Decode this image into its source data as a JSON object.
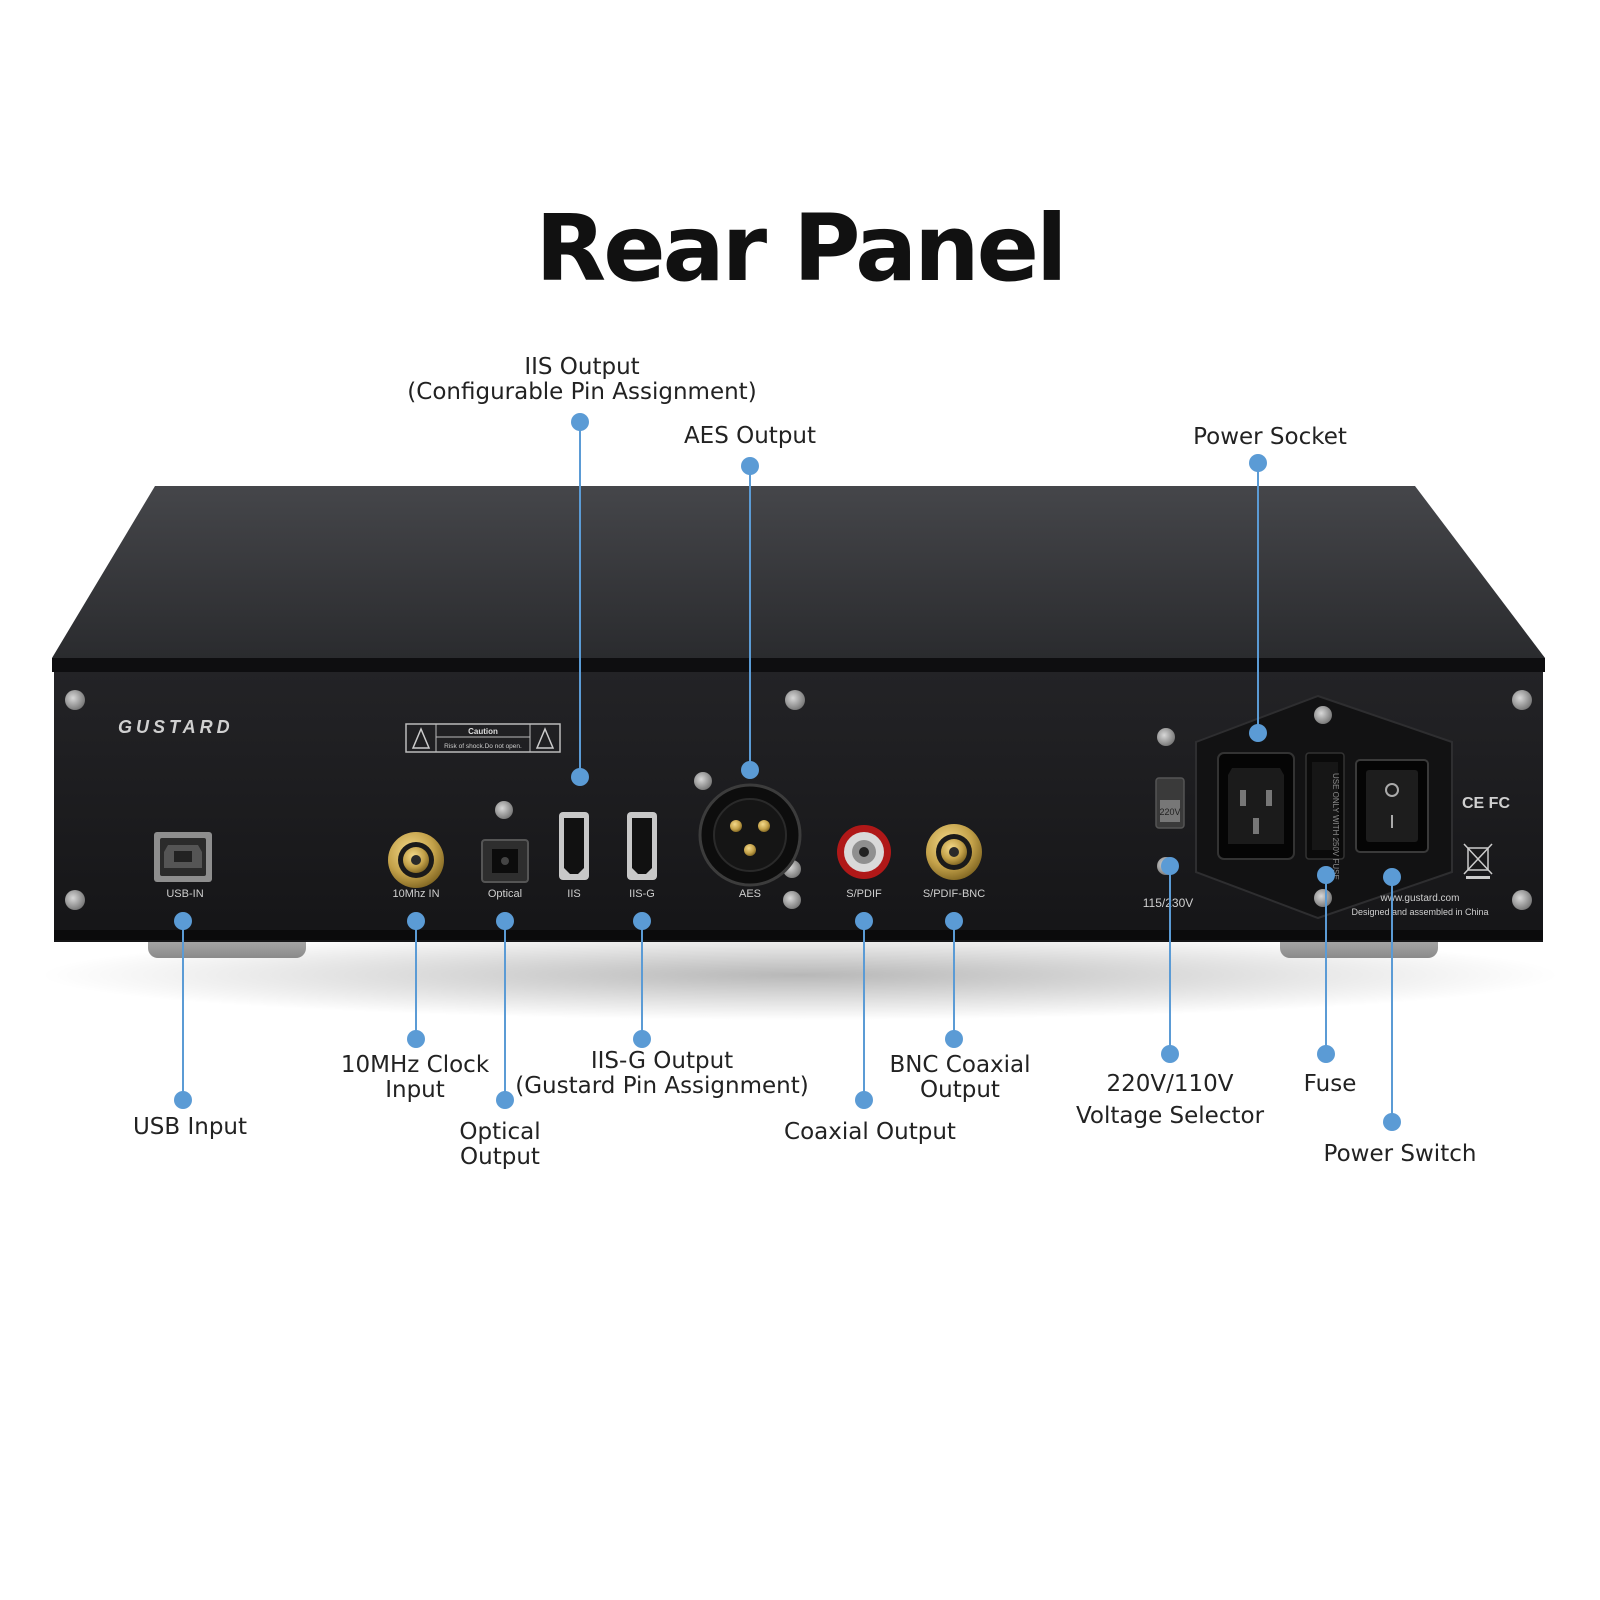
{
  "title": "Rear Panel",
  "colors": {
    "callout": "#5b9bd5",
    "chassis": "#1d1d1f",
    "gold": "#b8963a"
  },
  "panel": {
    "brand": "GUSTARD",
    "caution_title": "Caution",
    "caution_text": "Risk of shock.Do not open.",
    "ports": {
      "usb": "USB-IN",
      "clock": "10Mhz IN",
      "optical": "Optical",
      "iis": "IIS",
      "iisg": "IIS-G",
      "aes": "AES",
      "spdif": "S/PDIF",
      "spdif_bnc": "S/PDIF-BNC"
    },
    "voltage_label": "115/230V",
    "voltage_switch": "220V",
    "fuse_text": "USE ONLY WITH 250V FUSE",
    "cert_marks": "CE FC",
    "website": "www.gustard.com",
    "origin": "Designed and assembled in China"
  },
  "callouts": {
    "iis_output": [
      "IIS Output",
      "(Configurable Pin Assignment)"
    ],
    "aes_output": [
      "AES Output"
    ],
    "power_socket": [
      "Power Socket"
    ],
    "usb_input": [
      "USB Input"
    ],
    "clock_input": [
      "10MHz Clock",
      "Input"
    ],
    "optical_output": [
      "Optical",
      "Output"
    ],
    "iisg_output": [
      "IIS-G Output",
      "(Gustard Pin Assignment)"
    ],
    "coaxial_output": [
      "Coaxial Output"
    ],
    "bnc_output": [
      "BNC Coaxial",
      "Output"
    ],
    "voltage_selector": [
      "220V/110V",
      "Voltage Selector"
    ],
    "fuse": [
      "Fuse"
    ],
    "power_switch": [
      "Power Switch"
    ]
  }
}
